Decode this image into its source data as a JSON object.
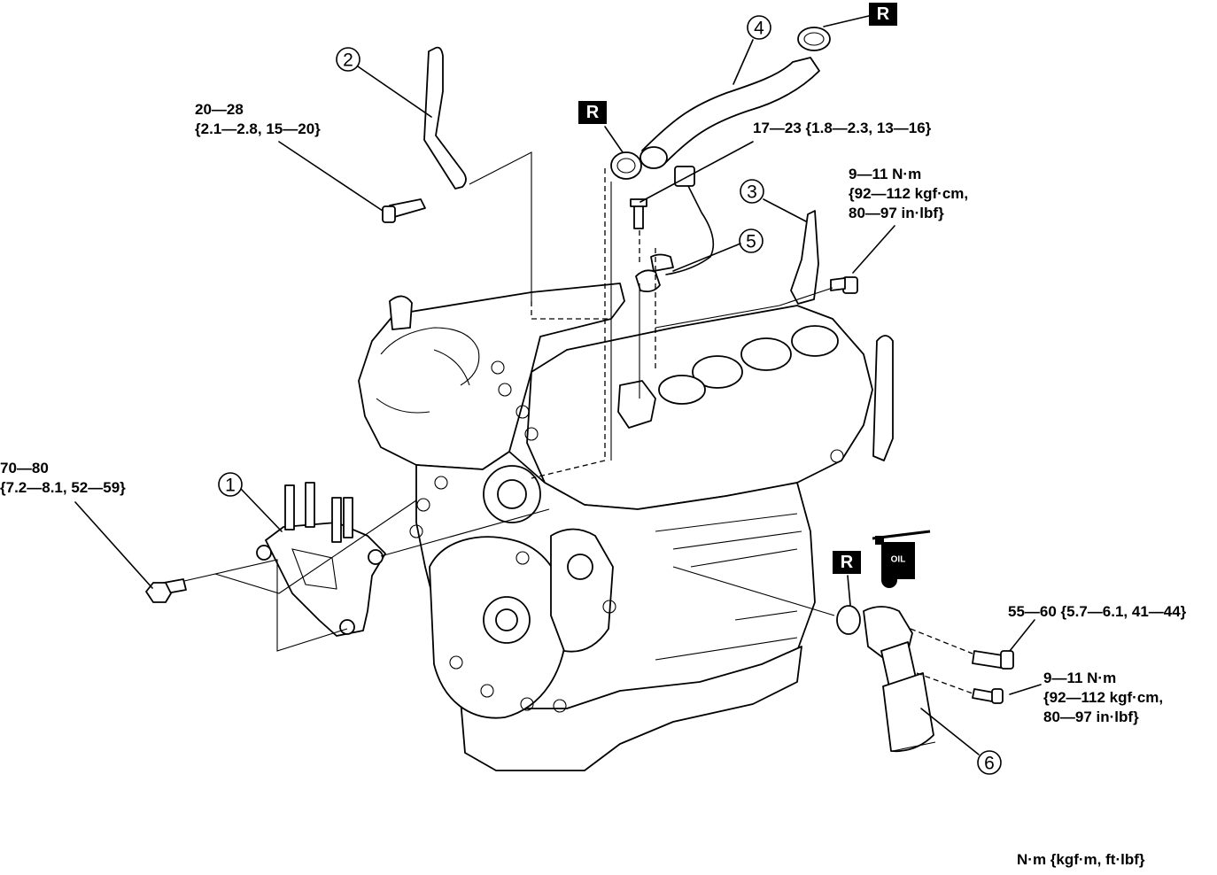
{
  "torque_specs": {
    "bolt_2": [
      "20—28",
      "{2.1—2.8, 15—20}"
    ],
    "bolt_5": [
      "17—23 {1.8—2.3, 13—16}"
    ],
    "bolt_3": [
      "9—11 N·m",
      "{92—112 kgf·cm,",
      "80—97 in·lbf}"
    ],
    "bolt_1": [
      "70—80",
      "{7.2—8.1, 52—59}"
    ],
    "bolt_6_upper": [
      "55—60 {5.7—6.1, 41—44}"
    ],
    "bolt_6_lower": [
      "9—11 N·m",
      "{92—112 kgf·cm,",
      "80—97 in·lbf}"
    ]
  },
  "units_note": "N·m {kgf·m, ft·lbf}",
  "callouts": [
    "1",
    "2",
    "3",
    "4",
    "5",
    "6"
  ],
  "replace_marks": [
    "R",
    "R",
    "R"
  ],
  "oil_symbol": "OIL",
  "icons": [
    "replace-part-badge",
    "apply-oil-icon"
  ]
}
